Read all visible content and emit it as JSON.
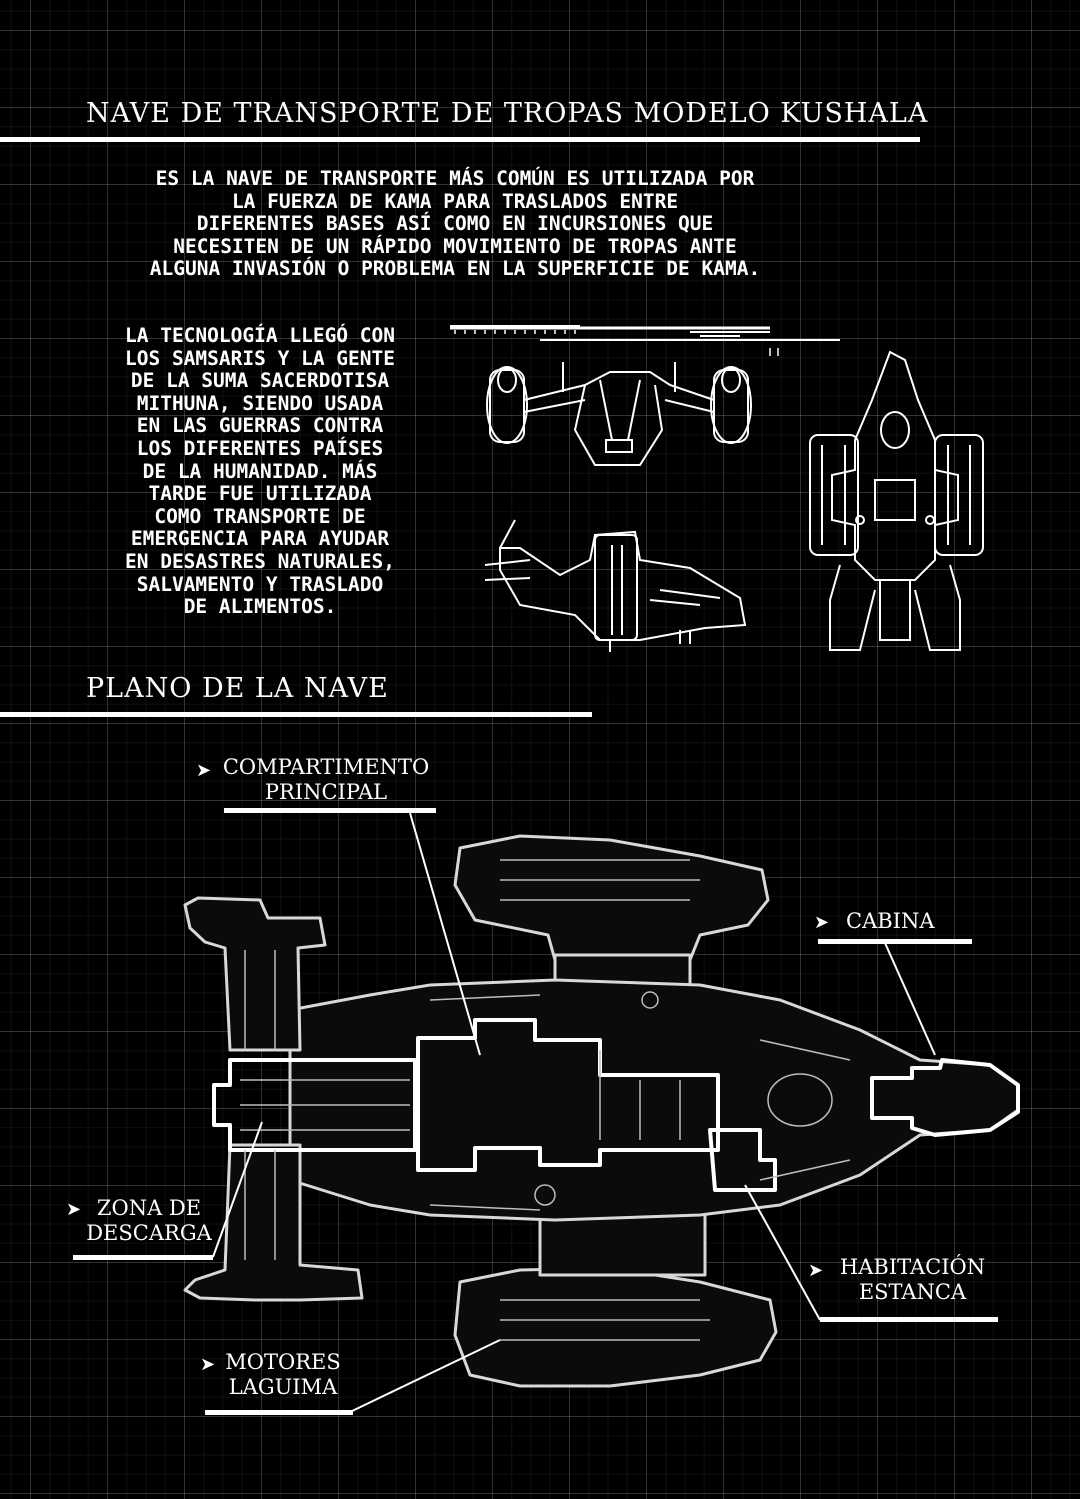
{
  "header": {
    "title": "NAVE DE TRANSPORTE DE TROPAS MODELO KUSHALA"
  },
  "intro": {
    "text": "ES LA NAVE DE TRANSPORTE MÁS COMÚN ES UTILIZADA POR\nLA FUERZA DE KAMA PARA TRASLADOS ENTRE\nDIFERENTES BASES ASÍ COMO EN INCURSIONES QUE\nNECESITEN DE UN RÁPIDO MOVIMIENTO DE TROPAS ANTE\nALGUNA INVASIÓN O PROBLEMA EN LA SUPERFICIE DE KAMA."
  },
  "history": {
    "text": "LA TECNOLOGÍA LLEGÓ CON\nLOS SAMSARIS Y LA GENTE\nDE LA SUMA SACERDOTISA\nMITHUNA, SIENDO USADA\nEN LAS GUERRAS CONTRA\nLOS DIFERENTES PAÍSES\nDE LA HUMANIDAD. MÁS\nTARDE FUE UTILIZADA\nCOMO TRANSPORTE DE\nEMERGENCIA PARA AYUDAR\nEN DESASTRES NATURALES,\nSALVAMENTO Y TRASLADO\nDE ALIMENTOS."
  },
  "plan": {
    "title": "PLANO DE LA NAVE",
    "callouts": {
      "compartimento": "COMPARTIMENTO\nPRINCIPAL",
      "cabina": "CABINA",
      "zona_descarga": "ZONA DE\nDESCARGA",
      "habitacion": "HABITACIÓN\nESTANCA",
      "motores": "MOTORES\nLAGUIMA"
    }
  }
}
